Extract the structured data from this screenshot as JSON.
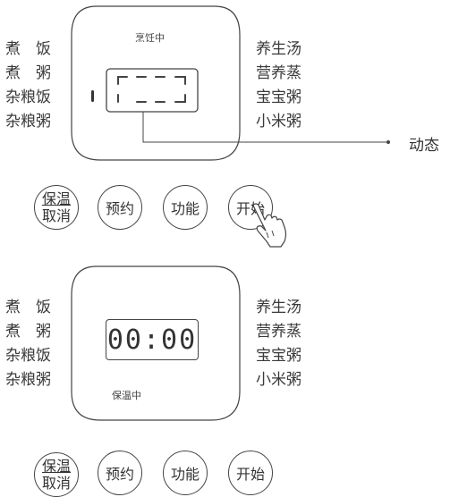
{
  "menu_left": [
    "煮　饭",
    "煮　粥",
    "杂粮饭",
    "杂粮粥"
  ],
  "menu_right": [
    "养生汤",
    "营养蒸",
    "宝宝粥",
    "小米粥"
  ],
  "top_panel": {
    "status_text": "烹饪中",
    "display_text": "",
    "callout_label": "动态"
  },
  "bottom_panel": {
    "status_text": "保温中",
    "display_text": "00:00"
  },
  "buttons": {
    "keep_warm_line1": "保温",
    "keep_warm_line2": "取消",
    "reserve": "预约",
    "function": "功能",
    "start": "开始"
  }
}
